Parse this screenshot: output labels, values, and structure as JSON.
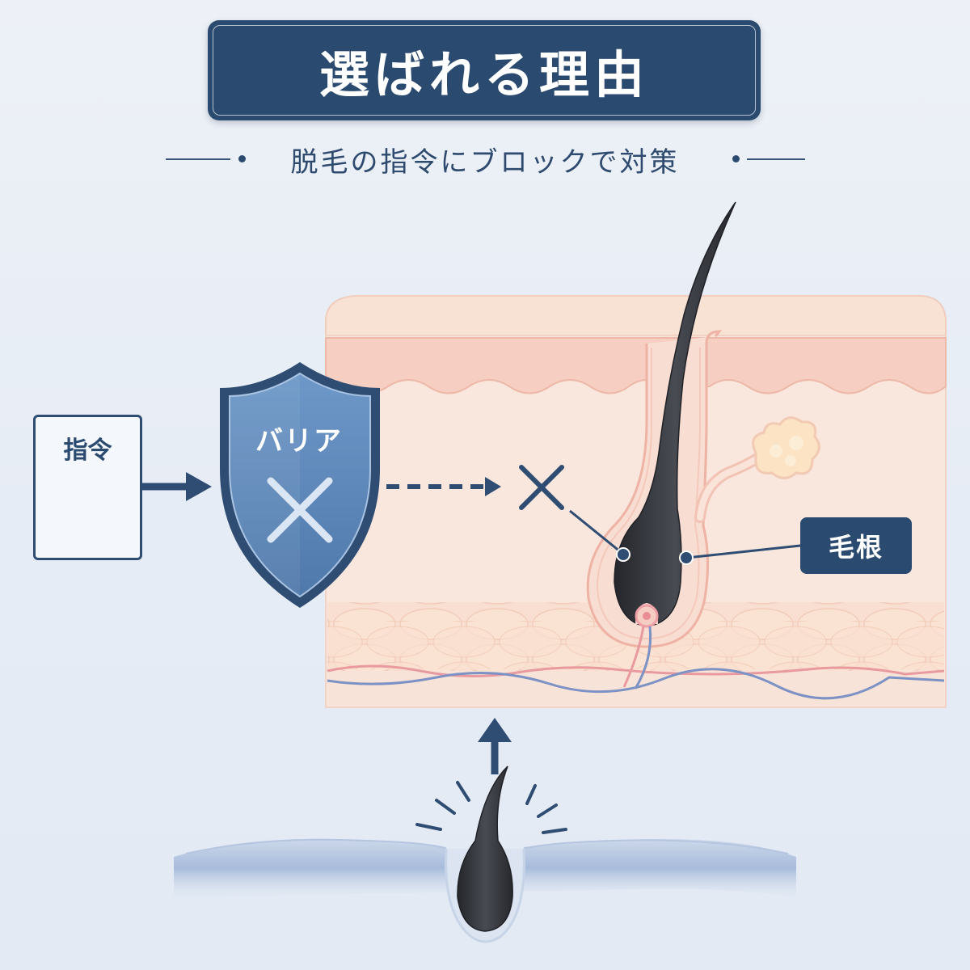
{
  "header": {
    "title": "選ばれる理由",
    "subtitle": "脱毛の指令にブロックで対策"
  },
  "diagram": {
    "command_label": "指令",
    "barrier_label": "バリア",
    "hair_root_label": "毛根"
  },
  "colors": {
    "navy": "#2b4a70",
    "shield_blue": "#5b86b8",
    "skin": "#f6dcd0",
    "dermis": "#f9e7de",
    "hair": "#2e3036",
    "vessel_red": "#e99a9f",
    "vessel_blue": "#7d92c4"
  },
  "icons": {
    "command": "signal-waves-icon",
    "barrier": "shield-icon",
    "blocked": "cross-icon"
  }
}
